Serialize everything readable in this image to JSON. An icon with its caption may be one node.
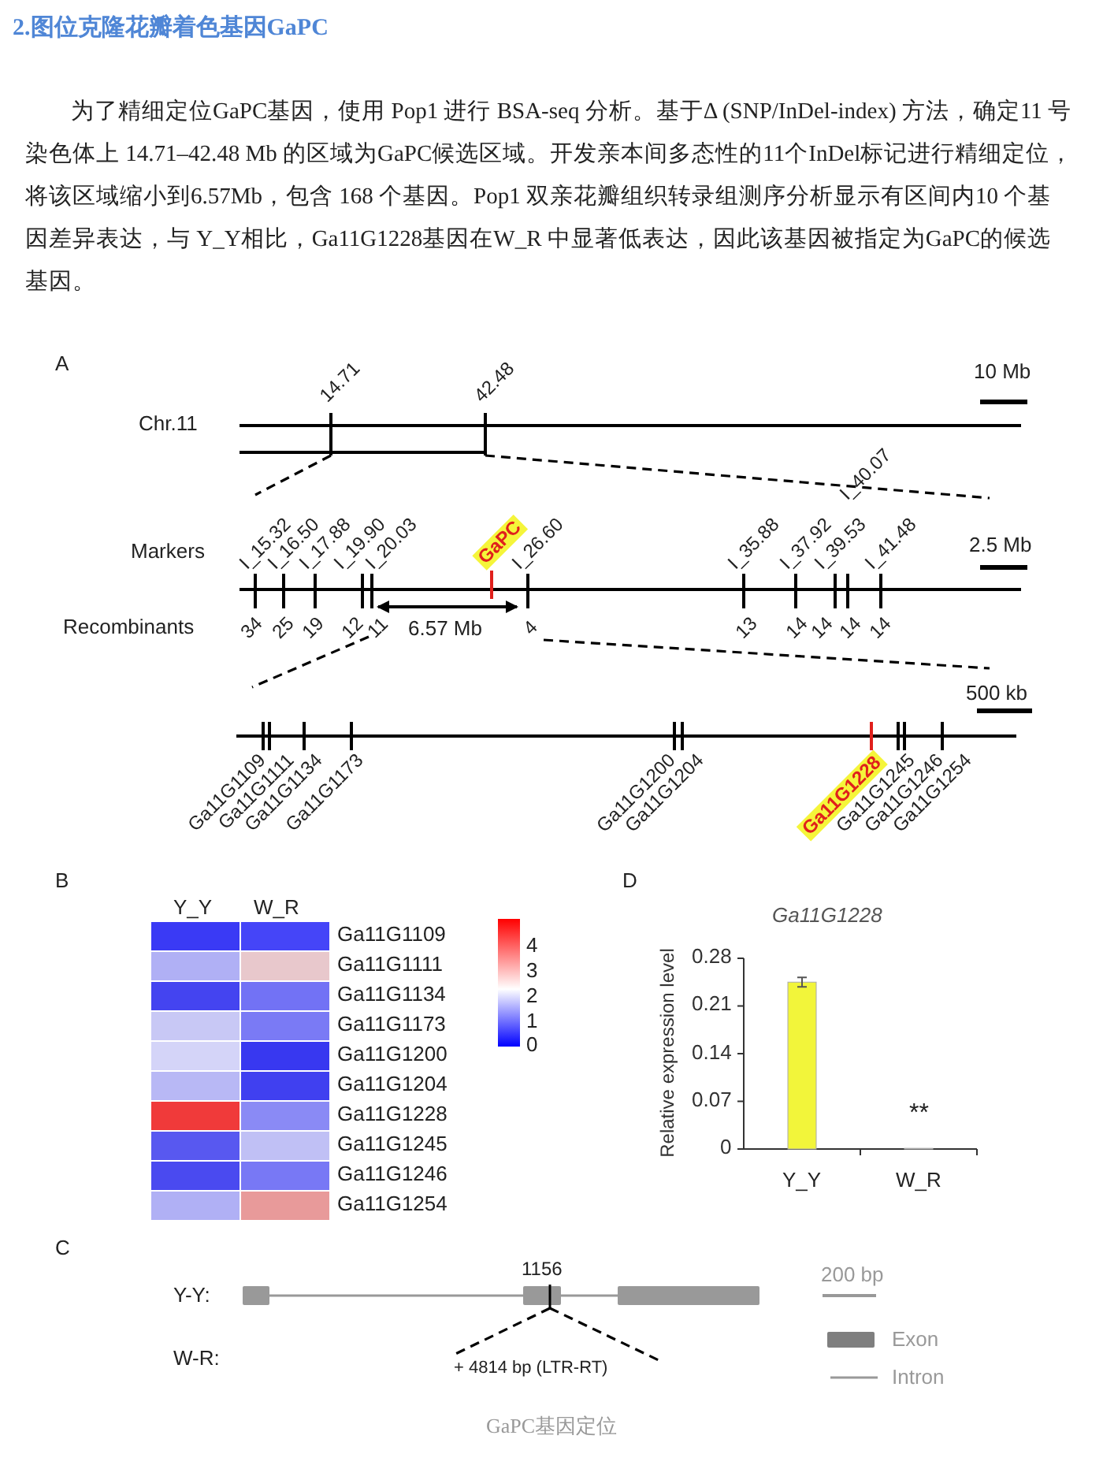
{
  "diagram": {
    "title": "2.图位克隆花瓣着色基因GaPC",
    "caption": "GaPC基因定位",
    "labels": [
      "为了精细定位GaPC基因，使用 Pop1 进行 BSA-seq 分析。基于Δ (SNP/InDel-index) 方法，确定11 号染色体上 14.71–42.48 Mb 的区域为GaPC候选区域。开发亲本间多态性的11个InDel标记进行精细定位，将该区域缩小到6.57Mb，包含 168 个基因。Pop1 双亲花瓣组织转录组测序分析显示有区间内10 个基因差异表达，与 Y_Y相比，Ga11G1228基因在W_R 中显著低表达，因此该基因被指定为GaPC的候选基因。",
      "A",
      "14.71",
      "42.48",
      "10 Mb",
      "Chr.11",
      "I_15.32",
      "I_16.50",
      "I_17.88",
      "I_19.90",
      "I_20.03",
      "GaPC",
      "I_26.60",
      "I_35.88",
      "I_37.92",
      "I_39.53",
      "I_40.07",
      "I_41.48",
      "Markers",
      "2.5 Mb",
      "Recombinants",
      "34",
      "25",
      "19",
      "12",
      "11",
      "6.57 Mb",
      "4",
      "13",
      "14",
      "14",
      "14",
      "14",
      "500 kb",
      "Ga11G1109",
      "Ga11G1111",
      "Ga11G1134",
      "Ga11G1173",
      "Ga11G1200",
      "Ga11G1204",
      "Ga11G1228",
      "Ga11G1245",
      "Ga11G1246",
      "Ga11G1254",
      "B",
      "Y_Y",
      "W_R",
      "Ga11G1109",
      "Ga11G1111",
      "Ga11G1134",
      "Ga11G1173",
      "Ga11G1200",
      "Ga11G1204",
      "Ga11G1228",
      "Ga11G1245",
      "Ga11G1246",
      "Ga11G1254",
      "4",
      "3",
      "2",
      "1",
      "0",
      "D",
      "C",
      "1156",
      "200 bp",
      "Y-Y:",
      "W-R:",
      "+ 4814 bp (LTR-RT)"
    ],
    "legend": [
      {
        "text": "Exon",
        "color": "#7f7f7f"
      },
      {
        "text": "Intron"
      }
    ],
    "chart_data": {
      "type": "bar",
      "title": "Ga11G1228",
      "ylabel": "Relative expression level",
      "categories": [
        "Y_Y",
        "W_R"
      ],
      "series": [
        {
          "color": "#f2f53a",
          "values": [
            0.245,
            0.001
          ]
        }
      ],
      "yticks": [
        0,
        0.07,
        0.14,
        0.21,
        0.28
      ],
      "ylim": [
        0,
        0.28
      ],
      "annotations": [
        "**"
      ]
    }
  }
}
